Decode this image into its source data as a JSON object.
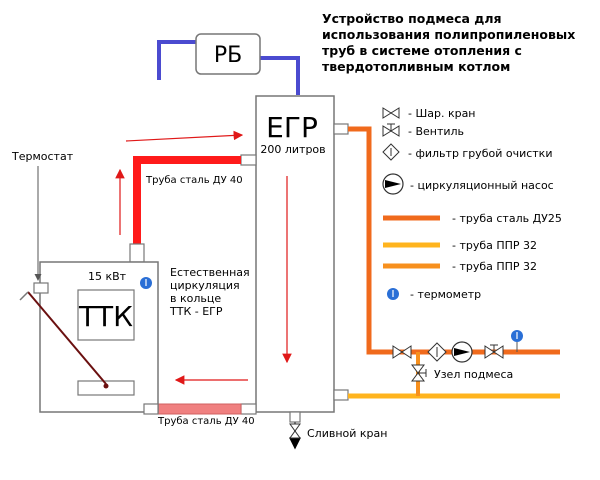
{
  "title_lines": [
    "Устройство подмеса для",
    "использования полипропиленовых",
    "труб в системе отопления с",
    "твердотопливным котлом"
  ],
  "rb_label": "РБ",
  "egr": {
    "label": "ЕГР",
    "volume": "200 литров"
  },
  "thermostat_label": "Термостат",
  "boiler": {
    "power": "15 кВт",
    "label": "ТТК"
  },
  "pipe_top_label": "Труба сталь ДУ 40",
  "pipe_bottom_label": "Труба сталь ДУ 40",
  "circulation_lines": [
    "Естественная",
    "циркуляция",
    "в кольце",
    "ТТК - ЕГР"
  ],
  "drain_label": "Сливной кран",
  "mix_label": "Узел подмеса",
  "legend": [
    {
      "key": "ball-valve",
      "text": "- Шар. кран"
    },
    {
      "key": "valve",
      "text": "- Вентиль"
    },
    {
      "key": "filter",
      "text": "- фильтр грубой очистки"
    },
    {
      "key": "pump",
      "text": "- циркуляционный насос"
    },
    {
      "key": "pipe-steel-25",
      "text": "- труба сталь ДУ25",
      "color": "#f06a1c"
    },
    {
      "key": "pipe-ppr-yellow",
      "text": "- труба ППР 32",
      "color": "#ffb41e"
    },
    {
      "key": "pipe-ppr-orange",
      "text": "- труба ППР 32",
      "color": "#f7901e"
    },
    {
      "key": "thermometer",
      "text": "- термометр",
      "color": "#2a6fd6"
    }
  ],
  "colors": {
    "hot_pipe": "#ff1a1a",
    "cold_pipe": "#f08080",
    "expansion_pipe": "#4b4bd0",
    "outline": "#777777",
    "thermometer": "#2a6fd6"
  }
}
